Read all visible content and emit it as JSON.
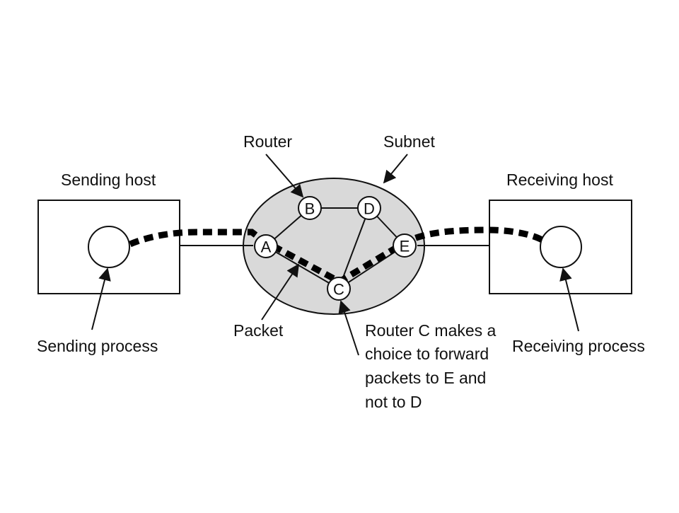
{
  "labels": {
    "router": "Router",
    "subnet": "Subnet",
    "sending_host": "Sending host",
    "receiving_host": "Receiving host",
    "sending_process": "Sending process",
    "receiving_process": "Receiving process",
    "packet": "Packet",
    "router_c_note": [
      "Router C makes a",
      "choice to forward",
      "packets to E and",
      "not to D"
    ]
  },
  "routers": [
    "A",
    "B",
    "C",
    "D",
    "E"
  ],
  "colors": {
    "subnet_fill": "#d9d9d9",
    "stroke": "#111111",
    "packet_path": "#000000",
    "node_fill": "#ffffff"
  }
}
